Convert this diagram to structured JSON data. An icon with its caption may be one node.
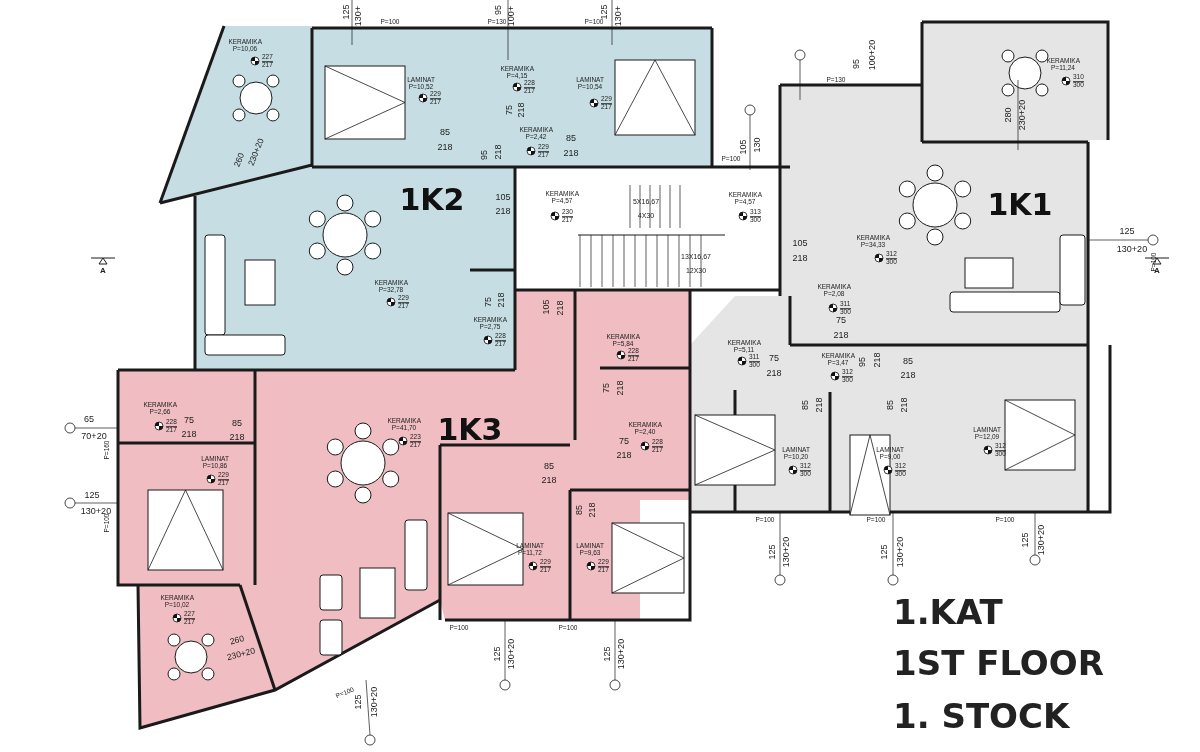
{
  "diagram": {
    "nodes": [
      {
        "text": [
          "1K2"
        ]
      },
      {
        "text": [
          "1K1"
        ]
      },
      {
        "text": [
          "1K3"
        ]
      }
    ],
    "labels": [
      "125",
      "130+",
      "95",
      "100+",
      "125",
      "130+",
      "P=100",
      "P=130",
      "P=100",
      "95",
      "100+20",
      "KERAMIKA P=10,06",
      "227",
      "217",
      "LAMINAT P=10,52",
      "229",
      "217",
      "KERAMIKA P=4,15",
      "228",
      "217",
      "LAMINAT P=10,54",
      "229",
      "217",
      "P=130",
      "KERAMIKA P=11,24",
      "310",
      "300",
      "75",
      "218",
      "280",
      "230+20",
      "85",
      "218",
      "KERAMIKA P=2,42",
      "229",
      "217",
      "85",
      "218",
      "105",
      "130",
      "260",
      "230+20",
      "95",
      "218",
      "P=100",
      "KERAMIKA P=4,57",
      "230",
      "217",
      "5X16,67",
      "4X30",
      "KERAMIKA P=4,57",
      "313",
      "300",
      "105",
      "218",
      "105",
      "218",
      "KERAMIKA P=34,33",
      "312",
      "300",
      "125",
      "130+20",
      "A",
      "13X16,67",
      "12X30",
      "P=100",
      "A",
      "KERAMIKA P=32,78",
      "229",
      "217",
      "KERAMIKA P=2,08",
      "311",
      "300",
      "75",
      "218",
      "105",
      "218",
      "KERAMIKA P=2,75",
      "228",
      "217",
      "75",
      "218",
      "KERAMIKA P=5,84",
      "228",
      "217",
      "KERAMIKA P=5,11",
      "311",
      "300",
      "75",
      "218",
      "KERAMIKA P=3,47",
      "312",
      "300",
      "95",
      "218",
      "85",
      "218",
      "75",
      "218",
      "65",
      "70+20",
      "KERAMIKA P=2,66",
      "228",
      "217",
      "75",
      "218",
      "85",
      "218",
      "KERAMIKA P=41,70",
      "223",
      "217",
      "75",
      "218",
      "KERAMIKA P=2,40",
      "228",
      "217",
      "85",
      "218",
      "85",
      "218",
      "P=160",
      "LAMINAT P=10,86",
      "229",
      "217",
      "LAMINAT P=12,09",
      "312",
      "300",
      "LAMINAT P=10,20",
      "312",
      "300",
      "LAMINAT P=9,00",
      "312",
      "300",
      "85",
      "218",
      "125",
      "130+20",
      "85",
      "218",
      "P=100",
      "125",
      "130+20",
      "P=100",
      "P=100",
      "P=100",
      "125",
      "130+20",
      "125",
      "130+20",
      "LAMINAT P=11,72",
      "229",
      "217",
      "LAMINAT P=9,63",
      "229",
      "217",
      "KERAMIKA P=10,02",
      "227",
      "217",
      "1.KAT",
      "260",
      "230+20",
      "P=100",
      "P=100",
      "125",
      "130+20",
      "P=100",
      "125",
      "130+20",
      "1ST FLOOR",
      "125",
      "130+20",
      "1. STOCK"
    ]
  }
}
